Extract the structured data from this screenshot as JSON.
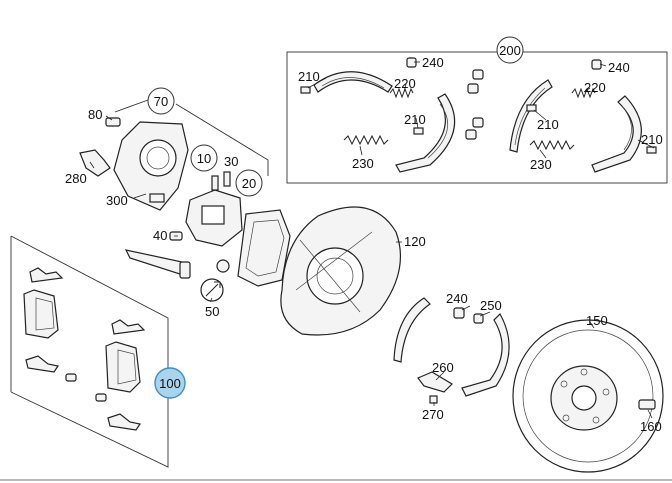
{
  "parts": {
    "p200": "200",
    "p210a": "210",
    "p240a": "240",
    "p220a": "220",
    "p210b": "210",
    "p230a": "230",
    "p240b": "240",
    "p220b": "220",
    "p210c": "210",
    "p230b": "230",
    "p210d": "210",
    "p70": "70",
    "p80": "80",
    "p280": "280",
    "p300": "300",
    "p10": "10",
    "p30": "30",
    "p20": "20",
    "p40": "40",
    "p50": "50",
    "p120": "120",
    "p100": "100",
    "p240c": "240",
    "p250": "250",
    "p150": "150",
    "p260": "260",
    "p270": "270",
    "p160": "160"
  },
  "colors": {
    "line": "#222222",
    "highlight_fill": "#a9d4ee",
    "highlight_stroke": "#3b8fc9"
  }
}
